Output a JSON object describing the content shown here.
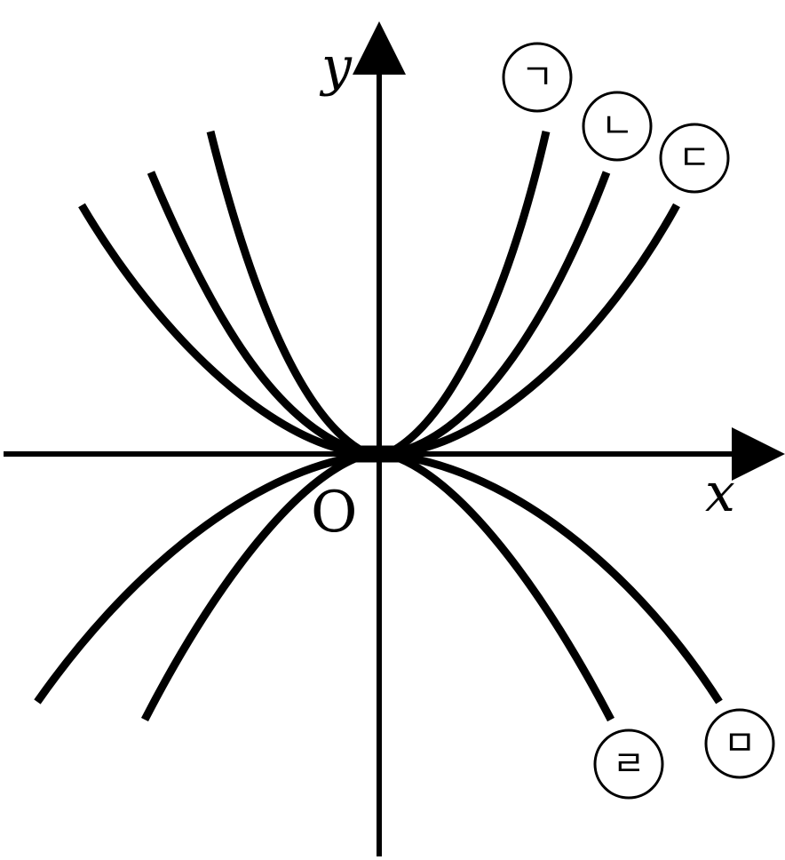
{
  "axes": {
    "x_label": "x",
    "y_label": "y",
    "origin_label": "O"
  },
  "curves": [
    {
      "id": "curve-1",
      "marker": "ㄱ",
      "a": 1.0,
      "exponent": 2,
      "direction": "up"
    },
    {
      "id": "curve-2",
      "marker": "ㄴ",
      "a": 0.5,
      "exponent": 2,
      "direction": "up"
    },
    {
      "id": "curve-3",
      "marker": "ㄷ",
      "a": 0.25,
      "exponent": 2,
      "direction": "up"
    },
    {
      "id": "curve-4",
      "marker": "ㄹ",
      "a": -0.6,
      "exponent": 2,
      "direction": "down"
    },
    {
      "id": "curve-5",
      "marker": "ㅁ",
      "a": -0.3,
      "exponent": 2,
      "direction": "down"
    }
  ]
}
